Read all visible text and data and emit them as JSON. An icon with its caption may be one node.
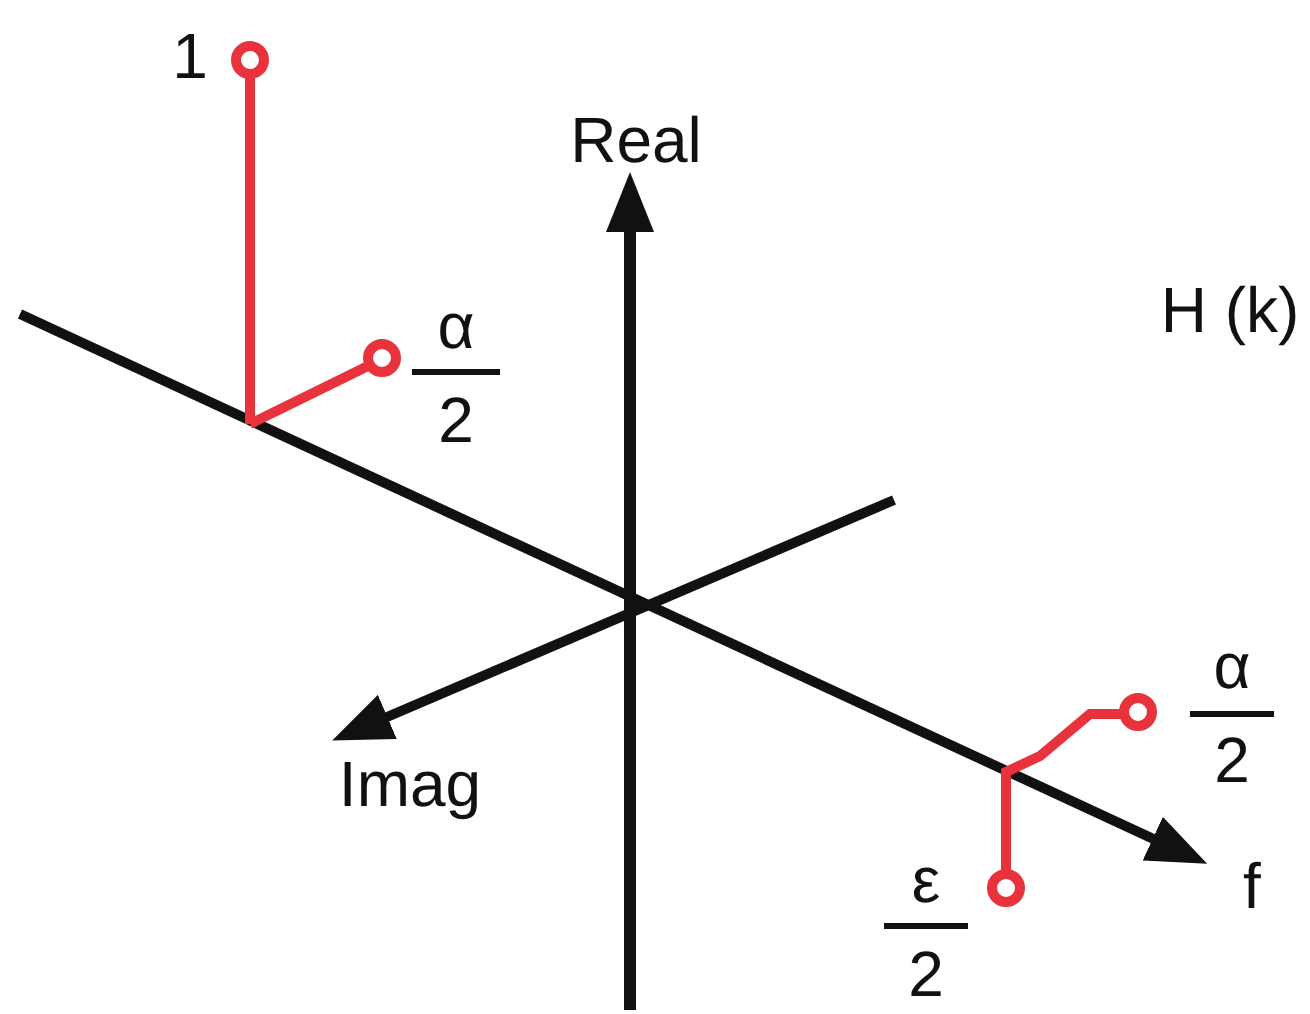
{
  "diagram": {
    "labels": [
      "1",
      "α",
      "2",
      "Real",
      "H (k)",
      "Imag",
      "α",
      "2",
      "ε",
      "2",
      "f"
    ]
  }
}
